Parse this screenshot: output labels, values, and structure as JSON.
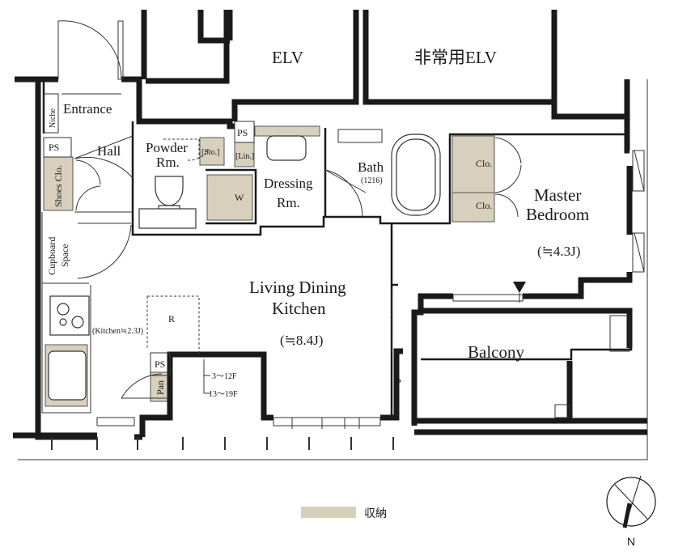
{
  "labels": {
    "elv": "ELV",
    "emergency_elv": "非常用ELV",
    "entrance": "Entrance",
    "niche": "Niche",
    "ps_entrance": "PS",
    "hall": "Hall",
    "shoes_closet": "Shoes Clo.",
    "cupboard_line1": "Cupboard",
    "cupboard_line2": "Space",
    "powder_line1": "Powder",
    "powder_line2": "Rm.",
    "storage_sto": "[Sto.]",
    "ps_dressing": "PS",
    "linen": "[Lin.]",
    "washer": "W",
    "dressing_line1": "Dressing",
    "dressing_line2": "Rm.",
    "bath": "Bath",
    "bath_size": "(1216)",
    "closet_upper": "Clo.",
    "closet_lower": "Clo.",
    "master_line1": "Master",
    "master_line2": "Bedroom",
    "master_size": "(≒4.3J)",
    "ldk_line1": "Living Dining",
    "ldk_line2": "Kitchen",
    "ldk_size": "(≒8.4J)",
    "kitchen_size": "(Kitchen≒2.3J)",
    "fridge": "R",
    "ps_kitchen": "PS",
    "pantry": "Pan",
    "floors_upper": "3～12F",
    "floors_lower": "13～19F",
    "pipe": "P",
    "balcony": "Balcony"
  },
  "legend": {
    "storage_label": "収納",
    "storage_color": "#d8d0bc"
  },
  "compass": {
    "north_label": "N",
    "icon": "north-arrow-icon"
  },
  "colors": {
    "wall": "#1a1a1a",
    "storage": "#d8d0bc"
  }
}
